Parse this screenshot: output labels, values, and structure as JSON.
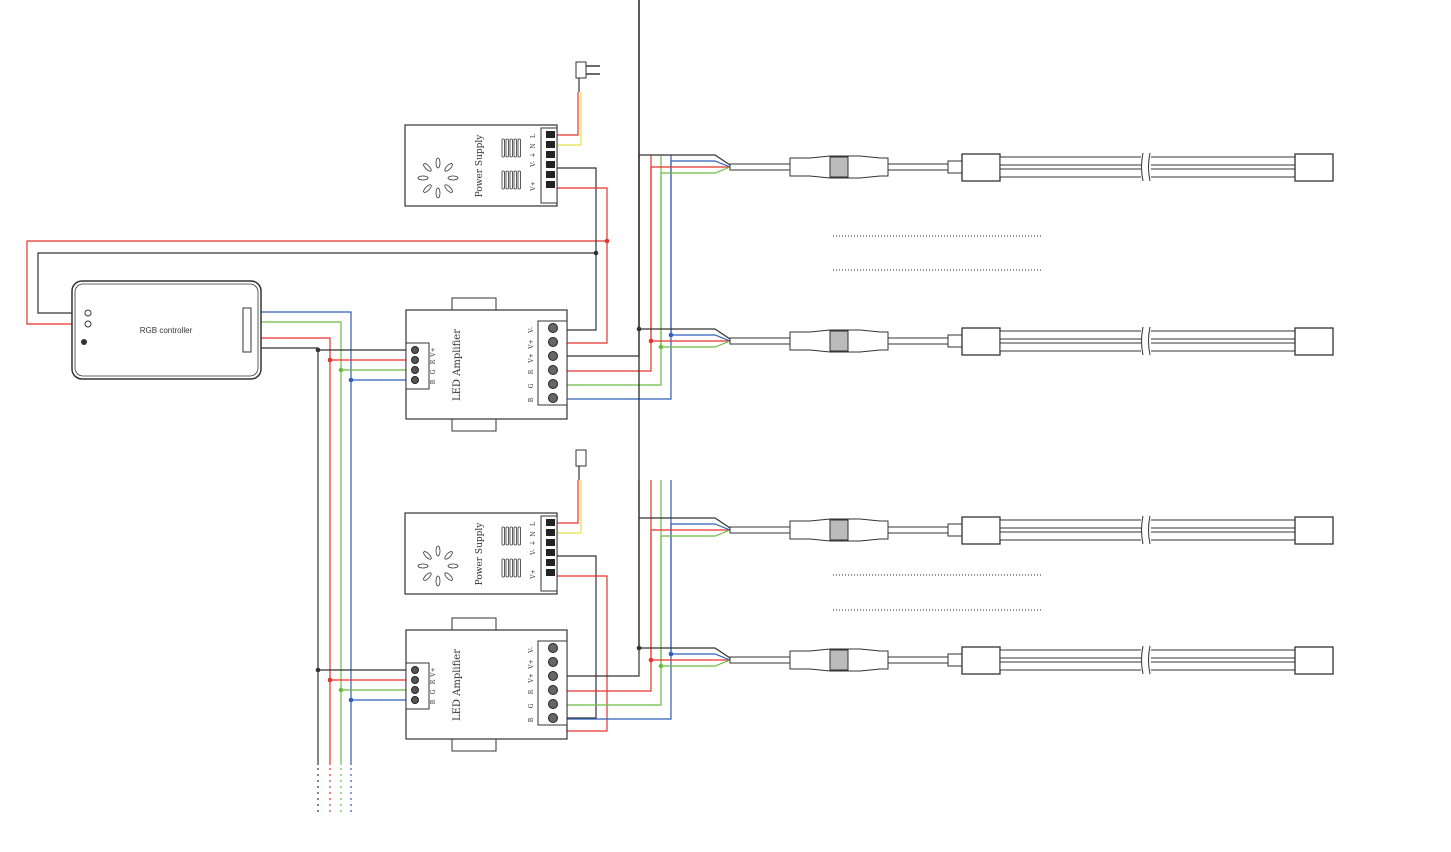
{
  "labels": {
    "controller": "RGB controller",
    "power_supply": "Power Supply",
    "amplifier": "LED Amplifier",
    "ps_terminals": [
      "L",
      "N",
      "⏚",
      "V-",
      "V+"
    ],
    "amp_inputs": [
      "V+",
      "R",
      "G",
      "B"
    ],
    "amp_outputs": [
      "V-",
      "V+",
      "V+",
      "R",
      "G",
      "B"
    ]
  },
  "colors": {
    "red": "#e8322b",
    "green": "#6dbb45",
    "blue": "#2f5fb8",
    "black": "#333333",
    "yellow": "#e6e04a"
  }
}
